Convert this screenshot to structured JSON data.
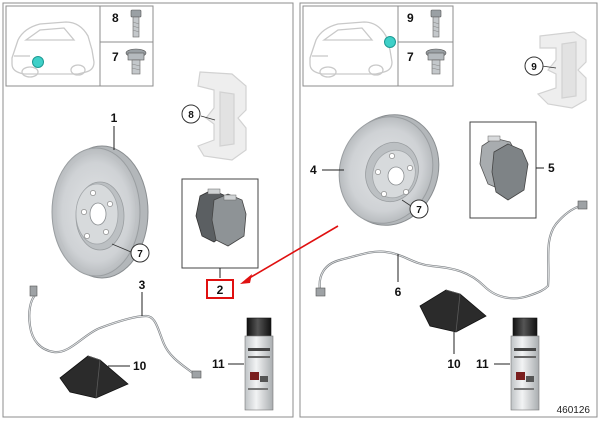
{
  "diagram": {
    "left_panel": {
      "thumb_parts": [
        "8",
        "7"
      ],
      "items": {
        "disc": "1",
        "pads": "2",
        "sensor": "3",
        "cloth": "10",
        "spray": "11",
        "caliper_callout": "8",
        "bolt_callout": "7"
      }
    },
    "right_panel": {
      "thumb_parts": [
        "9",
        "7"
      ],
      "items": {
        "disc": "4",
        "pads": "5",
        "sensor": "6",
        "cloth": "10",
        "spray": "11",
        "caliper_callout": "9",
        "bolt_callout": "7"
      }
    },
    "diagram_code": "460126",
    "colors": {
      "highlight": "#e01010",
      "car_marker": "#3fd0c8",
      "disc": "#d4d6d8",
      "disc_dark": "#b7babd",
      "ghost": "#e6e6e6",
      "frame": "#8c8c8c"
    }
  }
}
